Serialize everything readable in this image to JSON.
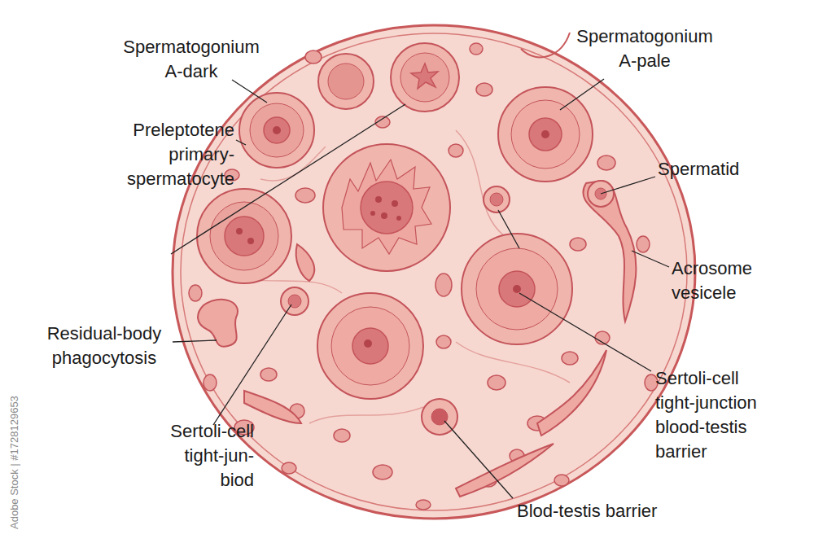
{
  "diagram": {
    "labels": [
      "Spermatogonium A-dark",
      "Spermatogonium A-pale",
      "Preleptotene primary- spermatocyte",
      "Spermatid",
      "Acrosome vesicele",
      "Residual-body phagocytosis",
      "Sertoli-cell tight-junction blood-testis barrier",
      "Sertoli-cell tight-jun- biod",
      "Blod-testis barrier",
      "Adobe Stock | #1728129653"
    ]
  }
}
